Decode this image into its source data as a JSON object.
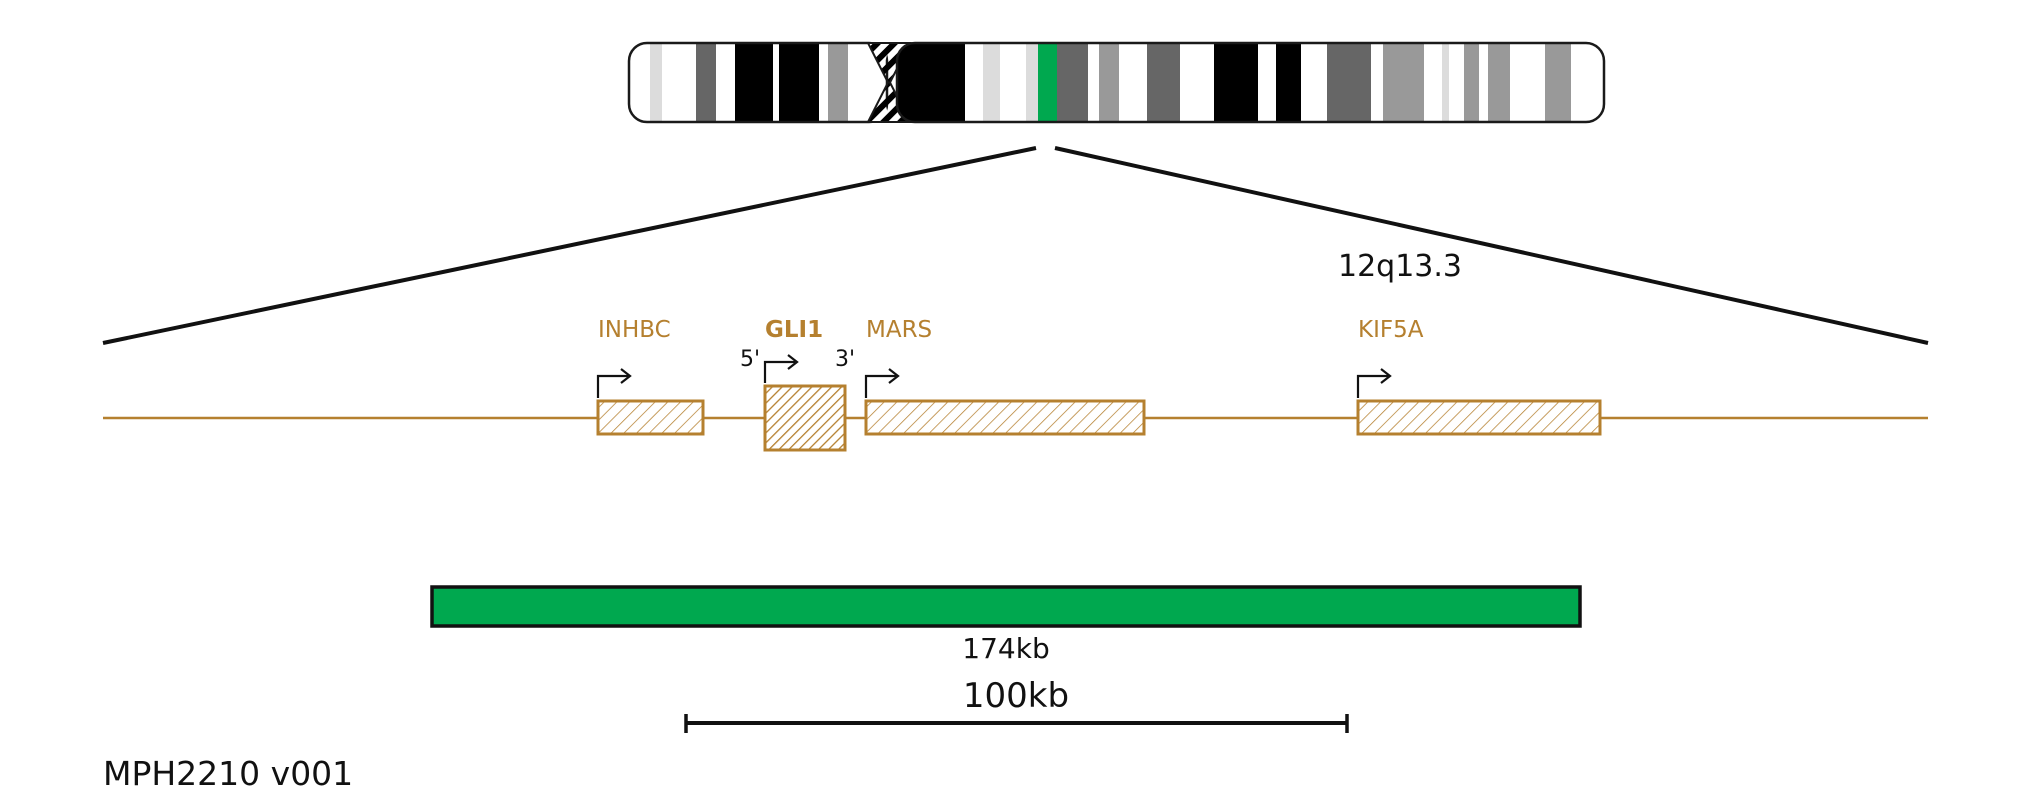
{
  "colors": {
    "gene": "#b5802f",
    "highlight": "#00a84f",
    "outline": "#1a1a1a",
    "band_white": "#ffffff",
    "band_black": "#000000",
    "band_dark": "#666666",
    "band_mid": "#999999",
    "band_light": "#dcdcdc"
  },
  "locus": {
    "label": "12q13.3"
  },
  "genes": [
    {
      "name": "INHBC",
      "bold": false
    },
    {
      "name": "GLI1",
      "bold": true
    },
    {
      "name": "MARS",
      "bold": false
    },
    {
      "name": "KIF5A",
      "bold": false
    }
  ],
  "orientation": {
    "five_prime": "5'",
    "three_prime": "3'"
  },
  "probe": {
    "label": "174kb"
  },
  "scale_bar": {
    "label": "100kb"
  },
  "version": "MPH2210 v001"
}
